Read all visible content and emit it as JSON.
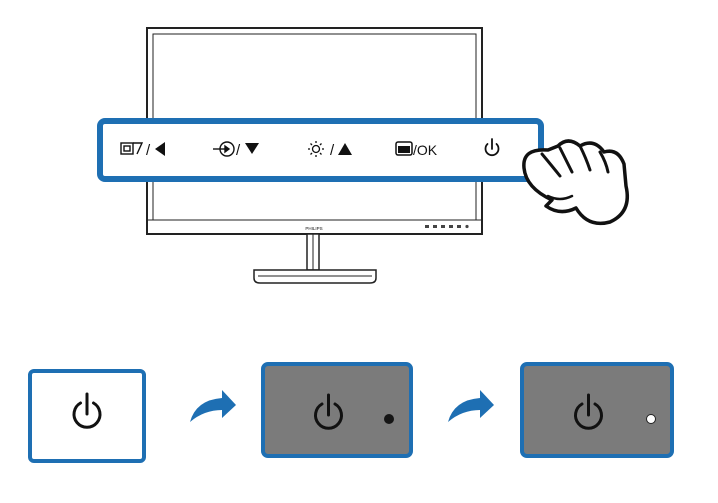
{
  "monitor": {
    "brand_text": "PHILIPS",
    "osd_buttons": [
      {
        "icon": "picture-format-icon",
        "arrow": "left-triangle-icon",
        "label": "/"
      },
      {
        "icon": "input-source-icon",
        "arrow": "down-triangle-icon",
        "label": "/"
      },
      {
        "icon": "brightness-icon",
        "arrow": "up-triangle-icon",
        "label": "/"
      },
      {
        "icon": "menu-icon",
        "label": "/OK"
      },
      {
        "icon": "power-icon"
      }
    ]
  },
  "sequence": {
    "steps": [
      {
        "state": "button-press",
        "led": "none"
      },
      {
        "state": "power-on",
        "led": "dark"
      },
      {
        "state": "power-on",
        "led": "white"
      }
    ],
    "arrows": 2
  },
  "colors": {
    "accent_blue": "#1e6fb3",
    "panel_gray": "#7b7b7b",
    "led_dark": "#151515",
    "led_white": "#ffffff"
  }
}
